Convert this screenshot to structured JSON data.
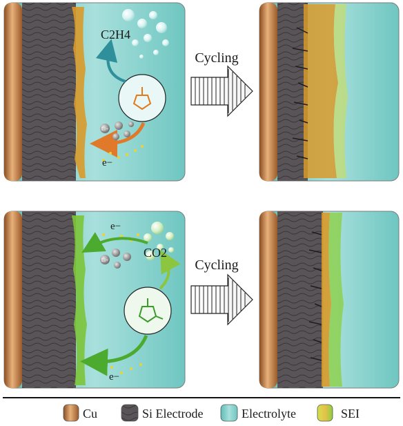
{
  "labels": {
    "c2h4": "C2H4",
    "co2": "CO2",
    "cycling_top": "Cycling",
    "cycling_bottom": "Cycling",
    "electron_top": "e−",
    "electron_bottom_upper": "e−",
    "electron_bottom_lower": "e−",
    "li_ion_top": "Li+",
    "li_ion_bottom": "Li+"
  },
  "legend": {
    "cu": "Cu",
    "si": "Si Electrode",
    "electrolyte": "Electrolyte",
    "sei": "SEI"
  },
  "colors": {
    "copper": "#b8733a",
    "silicon": "#5a5558",
    "electrolyte": "#8fd3cf",
    "sei_ec": "#d89a2a",
    "sei_fec": "#7cc43a"
  }
}
